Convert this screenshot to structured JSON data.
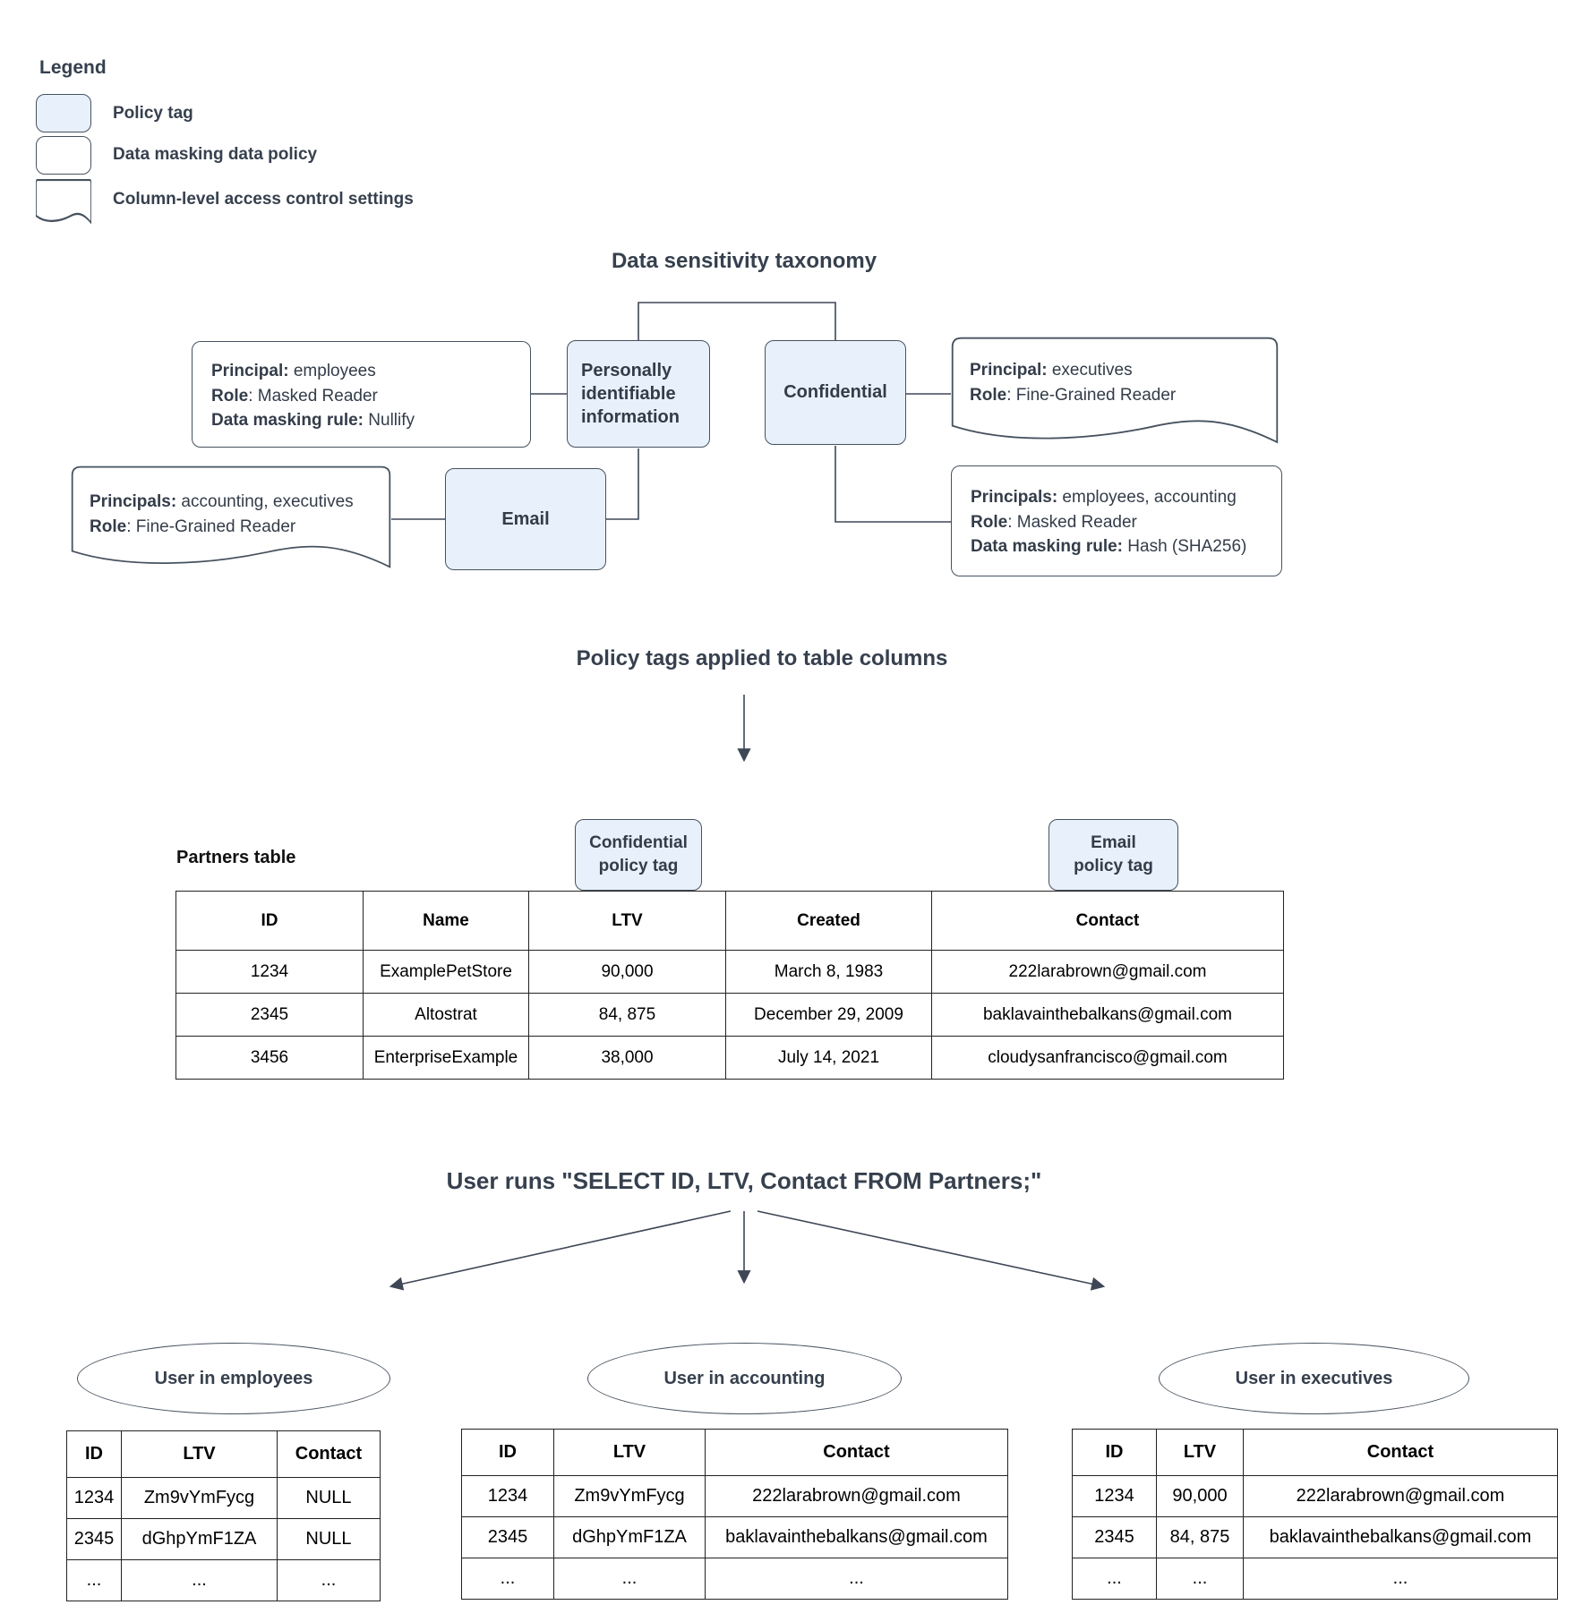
{
  "legend": {
    "title": "Legend",
    "items": [
      {
        "label": "Policy tag",
        "shape": "policy-tag",
        "fill": "#E8F0FB"
      },
      {
        "label": "Data masking data policy",
        "shape": "rounded-rect",
        "fill": "#FFFFFF"
      },
      {
        "label": "Column-level access control settings",
        "shape": "document",
        "fill": "#FFFFFF"
      }
    ]
  },
  "taxonomy": {
    "title": "Data sensitivity taxonomy",
    "tags": {
      "pii": "Personally identifiable information",
      "confidential": "Confidential",
      "email": "Email"
    },
    "policies": {
      "nullify": {
        "lines": [
          {
            "label": "Principal:",
            "value": " employees"
          },
          {
            "label": "Role",
            "value": ": Masked Reader"
          },
          {
            "label": "Data masking rule:",
            "value": " Nullify"
          }
        ]
      },
      "executives_access": {
        "lines": [
          {
            "label": "Principal:",
            "value": " executives"
          },
          {
            "label": "Role",
            "value": ": Fine-Grained Reader"
          }
        ]
      },
      "accounting_access": {
        "lines": [
          {
            "label": "Principals:",
            "value": " accounting, executives"
          },
          {
            "label": "Role",
            "value": ": Fine-Grained Reader"
          }
        ]
      },
      "hash": {
        "lines": [
          {
            "label": "Principals:",
            "value": " employees, accounting"
          },
          {
            "label": "Role",
            "value": ": Masked Reader"
          },
          {
            "label": "Data masking rule:",
            "value": " Hash (SHA256)"
          }
        ]
      }
    }
  },
  "applied": {
    "title": "Policy tags applied to table columns",
    "table_label": "Partners table",
    "confidential_tag": {
      "line1": "Confidential",
      "line2": "policy tag"
    },
    "email_tag": {
      "line1": "Email",
      "line2": "policy tag"
    },
    "partners": {
      "headers": [
        "ID",
        "Name",
        "LTV",
        "Created",
        "Contact"
      ],
      "rows": [
        [
          "1234",
          "ExamplePetStore",
          "90,000",
          "March 8, 1983",
          "222larabrown@gmail.com"
        ],
        [
          "2345",
          "Altostrat",
          "84, 875",
          "December 29, 2009",
          "baklavainthebalkans@gmail.com"
        ],
        [
          "3456",
          "EnterpriseExample",
          "38,000",
          "July 14, 2021",
          "cloudysanfrancisco@gmail.com"
        ]
      ]
    }
  },
  "query": {
    "title": "User runs \"SELECT ID, LTV, Contact FROM Partners;\""
  },
  "results": [
    {
      "group": "User in employees",
      "headers": [
        "ID",
        "LTV",
        "Contact"
      ],
      "rows": [
        [
          "1234",
          "Zm9vYmFycg",
          "NULL"
        ],
        [
          "2345",
          "dGhpYmF1ZA",
          "NULL"
        ],
        [
          "...",
          "...",
          "..."
        ]
      ]
    },
    {
      "group": "User in accounting",
      "headers": [
        "ID",
        "LTV",
        "Contact"
      ],
      "rows": [
        [
          "1234",
          "Zm9vYmFycg",
          "222larabrown@gmail.com"
        ],
        [
          "2345",
          "dGhpYmF1ZA",
          "baklavainthebalkans@gmail.com"
        ],
        [
          "...",
          "...",
          "..."
        ]
      ]
    },
    {
      "group": "User in executives",
      "headers": [
        "ID",
        "LTV",
        "Contact"
      ],
      "rows": [
        [
          "1234",
          "90,000",
          "222larabrown@gmail.com"
        ],
        [
          "2345",
          "84, 875",
          "baklavainthebalkans@gmail.com"
        ],
        [
          "...",
          "...",
          "..."
        ]
      ]
    }
  ],
  "colors": {
    "policy_tag_fill": "#E8F0FB",
    "shape_border": "#47525F",
    "heading_text": "#36404E",
    "connector": "#3E4756"
  }
}
